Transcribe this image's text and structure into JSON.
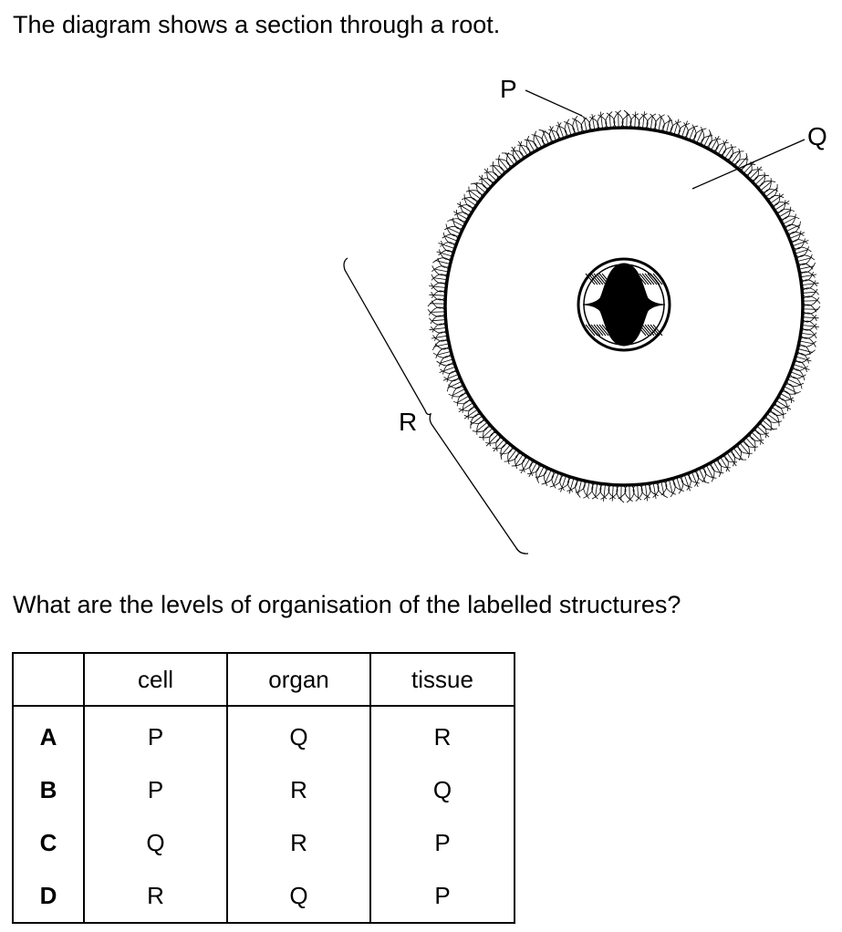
{
  "intro": "The diagram shows a section through a root.",
  "question": "What are the levels of organisation of the labelled structures?",
  "diagram": {
    "labels": {
      "p": "P",
      "q": "Q",
      "r": "R"
    }
  },
  "table": {
    "headers": [
      "",
      "cell",
      "organ",
      "tissue"
    ],
    "rows": [
      {
        "key": "A",
        "cell": "P",
        "organ": "Q",
        "tissue": "R"
      },
      {
        "key": "B",
        "cell": "P",
        "organ": "R",
        "tissue": "Q"
      },
      {
        "key": "C",
        "cell": "Q",
        "organ": "R",
        "tissue": "P"
      },
      {
        "key": "D",
        "cell": "R",
        "organ": "Q",
        "tissue": "P"
      }
    ]
  }
}
